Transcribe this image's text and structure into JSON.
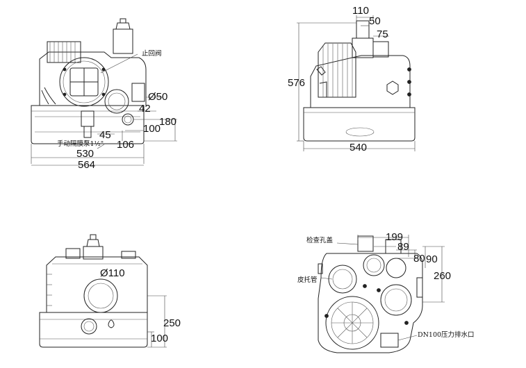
{
  "views": {
    "front": {
      "labels": {
        "check_valve": "止回阀",
        "d50": "Ø50",
        "d42": "42",
        "d180": "180",
        "d100": "100",
        "d45": "45",
        "d106": "106",
        "pump": "手动隔膜泵1½\"",
        "d530": "530",
        "d564": "564"
      }
    },
    "side": {
      "labels": {
        "d110": "110",
        "d50": "50",
        "d75": "75",
        "d576": "576",
        "d540": "540"
      }
    },
    "back": {
      "labels": {
        "d110": "Ø110",
        "d250": "250",
        "d100": "100"
      }
    },
    "top": {
      "labels": {
        "inspection_cover": "检查孔盖",
        "d199": "199",
        "d89": "89",
        "d80": "80",
        "d90": "90",
        "d260": "260",
        "pitot": "皮托管",
        "outlet": "DN100压力排水口"
      }
    }
  },
  "icons": {
    "clamp": "clamp-icon",
    "hex_plug": "hex-plug-icon",
    "flame": "flame-icon"
  }
}
